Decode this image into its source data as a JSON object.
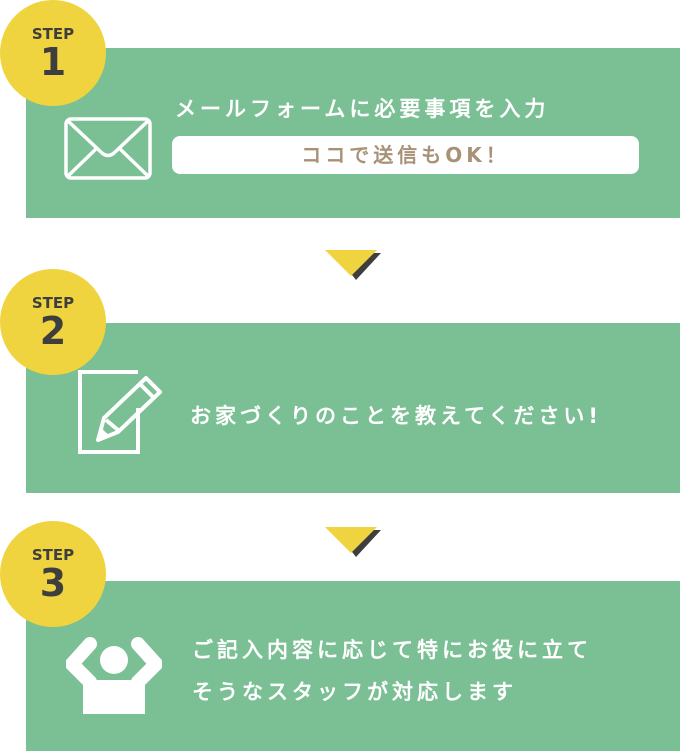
{
  "steps": [
    {
      "label": "STEP",
      "number": "1",
      "title": "メールフォームに必要事項を入力",
      "badge": "ココで送信もOK！",
      "icon": "envelope-icon"
    },
    {
      "label": "STEP",
      "number": "2",
      "title": "お家づくりのことを教えてください!",
      "icon": "pencil-note-icon"
    },
    {
      "label": "STEP",
      "number": "3",
      "line1": "ご記入内容に応じて特にお役に立て",
      "line2": "そうなスタッフが対応します",
      "icon": "person-cheer-icon"
    }
  ],
  "colors": {
    "green": "#7bbf95",
    "yellow": "#efd43f",
    "dark": "#3e3e3e",
    "badge_text": "#a89277"
  }
}
